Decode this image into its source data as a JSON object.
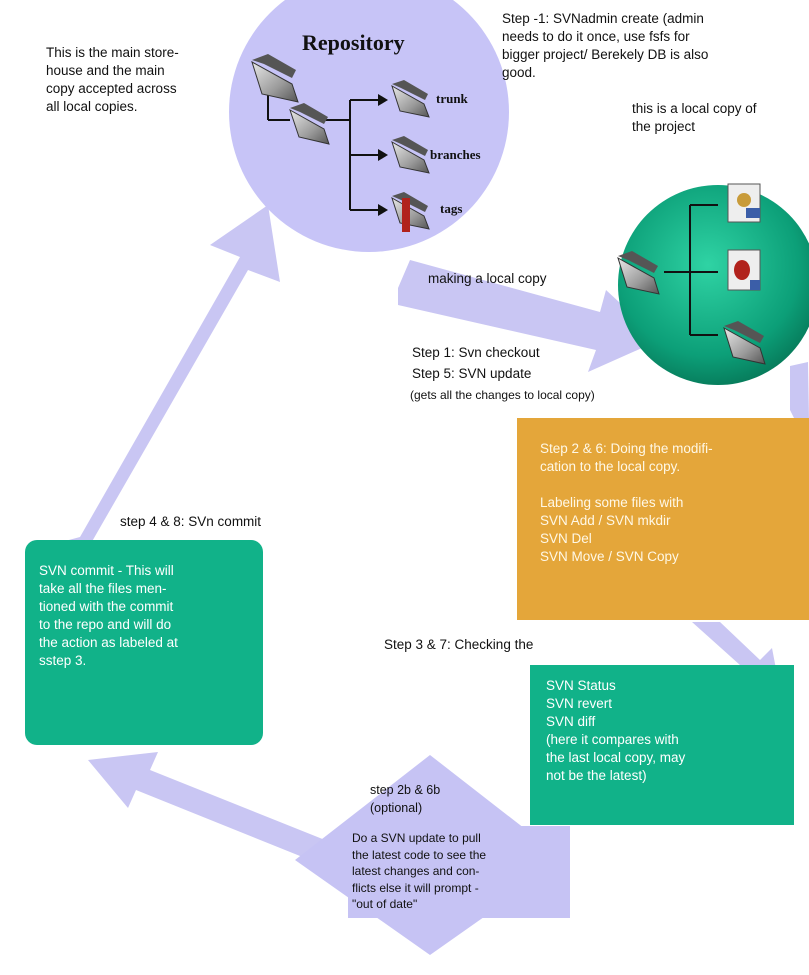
{
  "repository": {
    "title": "Repository",
    "description": [
      "This is the main store-",
      "house and the main",
      "copy accepted across",
      "all local copies."
    ],
    "folders": [
      "trunk",
      "branches",
      "tags"
    ]
  },
  "step_minus1": [
    "Step -1: SVNadmin create (admin",
    "needs to do it once, use fsfs for",
    "bigger project/ Berekely DB is also",
    "good."
  ],
  "local_copy": {
    "label": [
      "this is a local copy of",
      "the project"
    ]
  },
  "making_local_copy": "making a local copy",
  "checkout": {
    "line1": "Step 1: Svn checkout",
    "line2": "Step 5:  SVN update",
    "line3": "(gets all the changes to local copy)"
  },
  "modify_box": {
    "lines": [
      "Step 2 & 6: Doing the modifi-",
      "cation to the local copy.",
      "",
      "Labeling some files with",
      "SVN Add / SVN mkdir",
      "SVN Del",
      "SVN Move / SVN Copy"
    ],
    "color": "#e4a63a"
  },
  "commit_label": "step 4 & 8: SVn commit",
  "commit_box": {
    "lines": [
      "SVN commit - This will",
      "take all the files men-",
      "tioned with the commit",
      "to the repo and will do",
      "the action as labeled at",
      "sstep 3."
    ],
    "color": "#11b289"
  },
  "checking_label": "Step 3 & 7: Checking the",
  "status_box": {
    "lines": [
      "SVN Status",
      "SVN revert",
      "SVN diff",
      "(here it compares with",
      "the last local copy, may",
      "not be  the latest)"
    ],
    "color": "#11b289"
  },
  "optional": {
    "title": [
      "step 2b & 6b",
      "(optional)"
    ],
    "lines": [
      "Do a SVN update to pull",
      "the latest code to see the",
      "latest changes and con-",
      "flicts else it will prompt -",
      "\"out of date\""
    ],
    "color": "#c6c3f4"
  },
  "colors": {
    "arrow": "#c9c6f3",
    "circle": "#c7c4f7",
    "green_circle": "#0fa07a"
  }
}
